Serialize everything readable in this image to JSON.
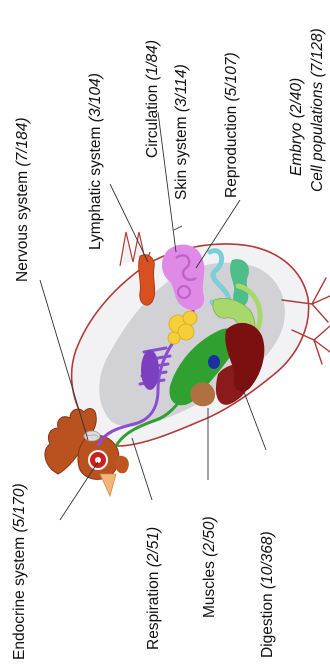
{
  "labels": {
    "endocrine": {
      "name": "Endocrine system",
      "count": "(5/170)"
    },
    "nervous": {
      "name": "Nervous system",
      "count": "(7/184)"
    },
    "lymphatic": {
      "name": "Lymphatic system",
      "count": "(3/104)"
    },
    "circulation": {
      "name": "Circulation",
      "count": "(1/84)"
    },
    "skin": {
      "name": "Skin system",
      "count": "(3/114)"
    },
    "reproduction": {
      "name": "Reproduction",
      "count": "(5/107)"
    },
    "respiration": {
      "name": "Respiration",
      "count": "(2/51)"
    },
    "muscles": {
      "name": "Muscles",
      "count": "(2/50)"
    },
    "digestion": {
      "name": "Digestion",
      "count": "(10/368)"
    },
    "embryo": {
      "name": "Embryo",
      "count": "(2/40)"
    },
    "cells": {
      "name": "Cell populations",
      "count": "(7/128)"
    }
  },
  "colors": {
    "body_outline": "#b03a3a",
    "body_fill": "#f2f2f4",
    "organ_region": "#d2d2d6",
    "comb": "#b9521f",
    "eye": "#cc1f1f",
    "beak": "#f3b67a",
    "nerves": "#8a4fcf",
    "lungs": "#30a030",
    "heart": "#8b1a1a",
    "liver": "#7a1010",
    "gizzard": "#b07040",
    "spleen": "#1c2fa0",
    "kidney": "#d85020",
    "ovary": "#e08ae8",
    "egg": "#f5cf3a",
    "intestine": "#a8d86c",
    "oviduct": "#7ad0d6",
    "pancreas": "#4dbd8a",
    "leader_line": "#333333"
  }
}
